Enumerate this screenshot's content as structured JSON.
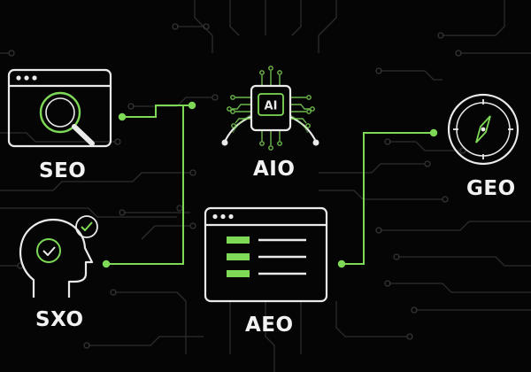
{
  "nodes": {
    "seo": {
      "label": "SEO",
      "icon": "browser-search-icon"
    },
    "aio": {
      "label": "AIO",
      "icon": "ai-chip-icon",
      "chip_text": "AI"
    },
    "geo": {
      "label": "GEO",
      "icon": "compass-icon"
    },
    "sxo": {
      "label": "SXO",
      "icon": "head-check-icon"
    },
    "aeo": {
      "label": "AEO",
      "icon": "browser-list-icon"
    }
  },
  "colors": {
    "background": "#050505",
    "line": "#e6e6e6",
    "accent": "#7ed957",
    "circuit": "#2e2e2e"
  }
}
